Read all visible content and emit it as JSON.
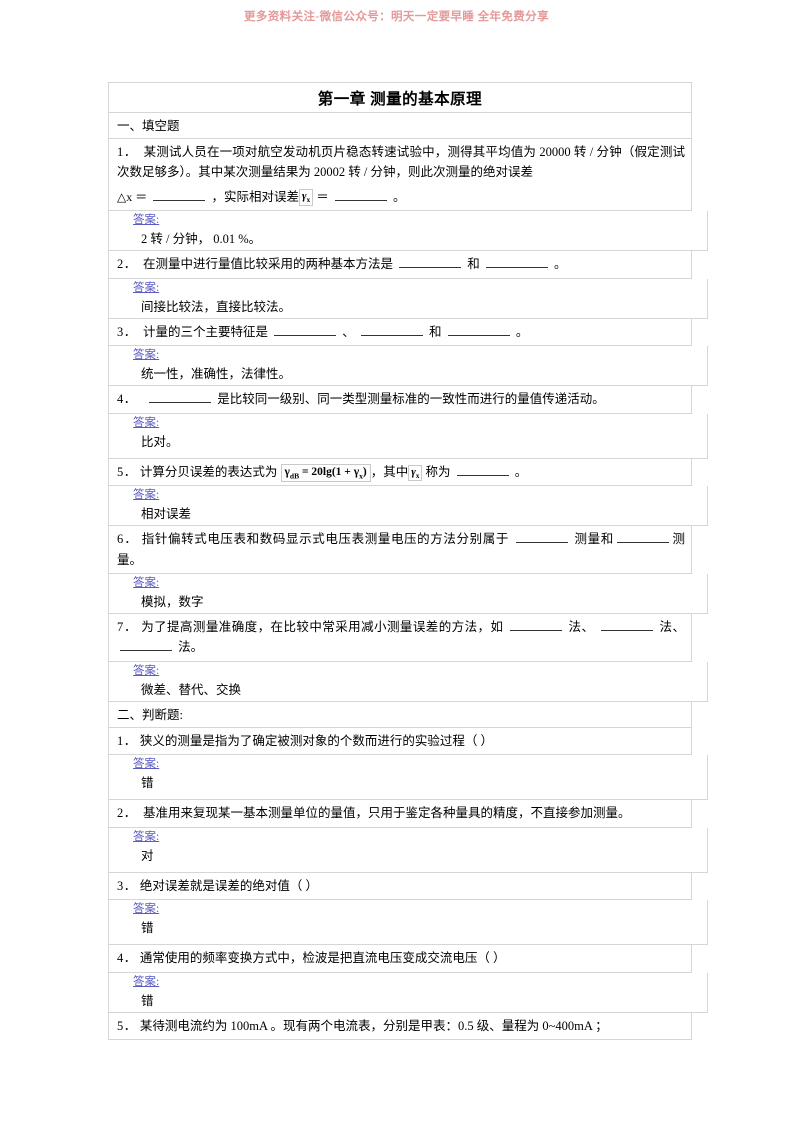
{
  "promo_header": "更多资料关注-微信公众号：明天一定要早睡  全年免费分享",
  "promo_color": "#e59a9a",
  "answer_label_color": "#5b5bc0",
  "document": {
    "title": "第一章 测量的基本原理",
    "sections": [
      {
        "heading": "一、填空题",
        "questions": [
          {
            "number": "1．",
            "text_part1": "某测试人员在一项对航空发动机页片稳态转速试验中，测得其平均值为 20000 转 / 分钟（假定测试次数足够多）。其中某次测量结果为 20002 转 / 分钟，则此次测量的绝对误差",
            "text_part2_pre": "△x ＝",
            "text_part2_mid": "，实际相对误差",
            "formula_var": "γ",
            "formula_var_sub": "x",
            "text_part2_eq": "＝",
            "text_part2_end": "。",
            "answer_label": "答案:",
            "answer": "2 转 / 分钟，  0.01 %。"
          },
          {
            "number": "2．",
            "text_pre": "在测量中进行量值比较采用的两种基本方法是",
            "text_mid": "和",
            "text_end": "。",
            "answer_label": "答案:",
            "answer": "间接比较法，直接比较法。"
          },
          {
            "number": "3．",
            "text_pre": "计量的三个主要特征是",
            "text_mid1": "、",
            "text_mid2": "和",
            "text_end": "。",
            "answer_label": "答案:",
            "answer": "统一性，准确性，法律性。"
          },
          {
            "number": "4．",
            "text_pre": "",
            "text_end": "是比较同一级别、同一类型测量标准的一致性而进行的量值传递活动。",
            "answer_label": "答案:",
            "answer": "比对。"
          },
          {
            "number": "5．",
            "text_pre": "计算分贝误差的表达式为",
            "formula_lhs": "γ",
            "formula_lhs_sub": "dB",
            "formula_rhs": "= 20lg(1 + γ",
            "formula_rhs_sub": "x",
            "formula_tail": ")",
            "text_mid": "，其中",
            "inline_var": "γ",
            "inline_var_sub": "x",
            "text_after": "称为",
            "text_end": "。",
            "answer_label": "答案:",
            "answer": "相对误差"
          },
          {
            "number": "6．",
            "text_pre": "指针偏转式电压表和数码显示式电压表测量电压的方法分别属于",
            "text_mid": "测量和",
            "text_end": "测量。",
            "answer_label": "答案:",
            "answer": "模拟，数字"
          },
          {
            "number": "7．",
            "text_pre": "为了提高测量准确度，在比较中常采用减小测量误差的方法，如",
            "text_mid1": "法、",
            "text_mid2": "法、",
            "text_end": "法。",
            "answer_label": "答案:",
            "answer": "微差、替代、交换"
          }
        ]
      },
      {
        "heading": "二、判断题:",
        "questions": [
          {
            "number": "1．",
            "text": "狭义的测量是指为了确定被测对象的个数而进行的实验过程（ ）",
            "answer_label": "答案:",
            "answer": "错"
          },
          {
            "number": "2．",
            "text": "基准用来复现某一基本测量单位的量值，只用于鉴定各种量具的精度，不直接参加测量。",
            "answer_label": "答案:",
            "answer": "对"
          },
          {
            "number": "3．",
            "text": "绝对误差就是误差的绝对值（ ）",
            "answer_label": "答案:",
            "answer": "错"
          },
          {
            "number": "4．",
            "text": "通常使用的频率变换方式中，检波是把直流电压变成交流电压（ ）",
            "answer_label": "答案:",
            "answer": "错"
          },
          {
            "number": "5．",
            "text": "某待测电流约为 100mA 。现有两个电流表，分别是甲表：0.5 级、量程为 0~400mA ；"
          }
        ]
      }
    ]
  }
}
